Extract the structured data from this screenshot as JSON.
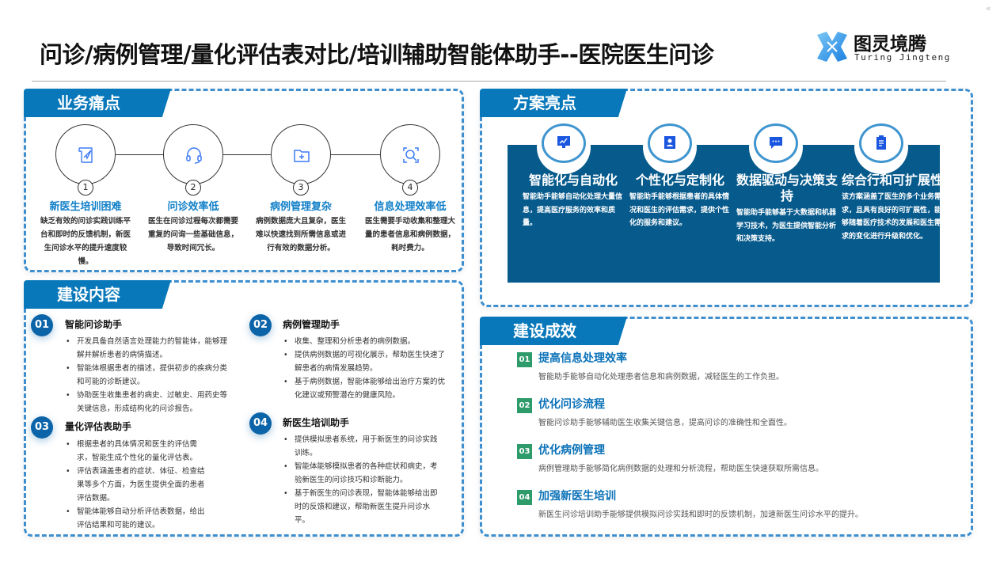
{
  "header": {
    "title": "问诊/病例管理/量化评估表对比/培训辅助智能体助手--医院医生问诊",
    "collapse_icon": "«"
  },
  "logo": {
    "cn": "图灵境腾",
    "en": "Turing Jingteng"
  },
  "pain_points": {
    "title": "业务痛点",
    "items": [
      {
        "num": "1",
        "icon": "document-send-icon",
        "title": "新医生培训困难",
        "desc": "缺乏有效的问诊实践训练平台和即时的反馈机制，新医生问诊水平的提升速度较慢。"
      },
      {
        "num": "2",
        "icon": "headset-icon",
        "title": "问诊效率低",
        "desc": "医生在问诊过程每次都需要重复的问询一些基础信息，导致时间冗长。"
      },
      {
        "num": "3",
        "icon": "folder-add-icon",
        "title": "病例管理复杂",
        "desc": "病例数据庞大且复杂，医生难以快速找到所需信息或进行有效的数据分析。"
      },
      {
        "num": "4",
        "icon": "scan-search-icon",
        "title": "信息处理效率低",
        "desc": "医生需要手动收集和整理大量的患者信息和病例数据，耗时费力。"
      }
    ]
  },
  "content": {
    "title": "建设内容",
    "items": [
      {
        "num": "01",
        "title": "智能问诊助手",
        "bullets": [
          "开发具备自然语言处理能力的智能体，能够理解并解析患者的病情描述。",
          "智能体根据患者的描述，提供初步的疾病分类和可能的诊断建议。",
          "协助医生收集患者的病史、过敏史、用药史等关键信息，形成结构化的问诊报告。"
        ]
      },
      {
        "num": "02",
        "title": "病例管理助手",
        "bullets": [
          "收集、整理和分析患者的病例数据。",
          "提供病例数据的可视化展示，帮助医生快速了解患者的病情发展趋势。",
          "基于病例数据，智能体能够给出治疗方案的优化建议或预警潜在的健康风险。"
        ]
      },
      {
        "num": "03",
        "title": "量化评估表助手",
        "bullets": [
          "根据患者的具体情况和医生的评估需求，智能生成个性化的量化评估表。",
          "评估表涵盖患者的症状、体征、检查结果等多个方面，为医生提供全面的患者评估数据。",
          "智能体能够自动分析评估表数据，给出评估结果和可能的建议。"
        ]
      },
      {
        "num": "04",
        "title": "新医生培训助手",
        "bullets": [
          "提供模拟患者系统，用于新医生的问诊实践训练。",
          "智能体能够模拟患者的各种症状和病史，考验新医生的问诊技巧和诊断能力。",
          "基于新医生的问诊表现，智能体能够给出即时的反馈和建议，帮助新医生提升问诊水平。"
        ]
      }
    ]
  },
  "highlights": {
    "title": "方案亮点",
    "items": [
      {
        "icon": "monitor-chart-icon",
        "title": "智能化与自动化",
        "desc": "智能助手能够自动化处理大量信息，提高医疗服务的效率和质量。"
      },
      {
        "icon": "contact-book-icon",
        "title": "个性化与定制化",
        "desc": "智能助手能够根据患者的具体情况和医生的评估需求，提供个性化的服务和建议。"
      },
      {
        "icon": "chat-bubble-icon",
        "title": "数据驱动与决策支持",
        "desc": "智能助手能够基于大数据和机器学习技术，为医生提供智能分析和决策支持。"
      },
      {
        "icon": "clipboard-icon",
        "title": "综合行和可扩展性",
        "desc": "该方案涵盖了医生的多个业务需求，且具有良好的可扩展性，能够随着医疗技术的发展和医生需求的变化进行升级和优化。"
      }
    ]
  },
  "results": {
    "title": "建设成效",
    "items": [
      {
        "num": "01",
        "title": "提高信息处理效率",
        "desc": "智能助手能够自动化处理患者信息和病例数据，减轻医生的工作负担。"
      },
      {
        "num": "02",
        "title": "优化问诊流程",
        "desc": "智能问诊助手能够辅助医生收集关键信息，提高问诊的准确性和全面性。"
      },
      {
        "num": "03",
        "title": "优化病例管理",
        "desc": "病例管理助手能够简化病例数据的处理和分析流程，帮助医生快速获取所需信息。"
      },
      {
        "num": "04",
        "title": "加强新医生培训",
        "desc": "新医生问诊培训助手能够提供模拟问诊实践和即时的反馈机制，加速新医生问诊水平的提升。"
      }
    ]
  },
  "colors": {
    "primary": "#0878ba",
    "dark_blue": "#065a8c",
    "green": "#2e9b6a",
    "icon_blue": "#3d7cf5"
  }
}
